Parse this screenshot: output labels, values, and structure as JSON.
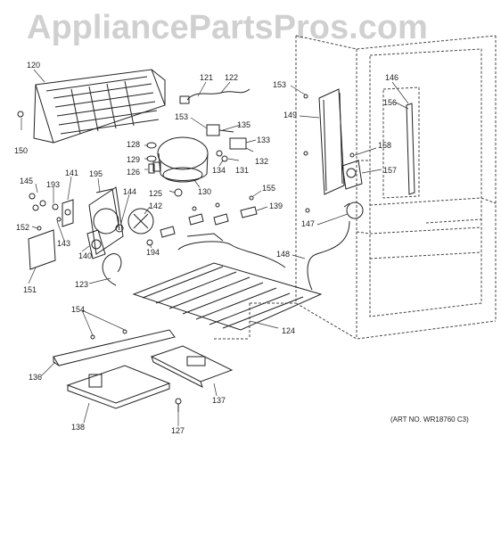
{
  "watermark": "AppliancePartsPros.com",
  "art_number": "(ART NO. WR18760 C3)",
  "callouts": [
    {
      "id": "c120",
      "label": "120"
    },
    {
      "id": "c150",
      "label": "150"
    },
    {
      "id": "c121",
      "label": "121"
    },
    {
      "id": "c122",
      "label": "122"
    },
    {
      "id": "c153a",
      "label": "153"
    },
    {
      "id": "c135",
      "label": "135"
    },
    {
      "id": "c128",
      "label": "128"
    },
    {
      "id": "c129",
      "label": "129"
    },
    {
      "id": "c126",
      "label": "126"
    },
    {
      "id": "c133",
      "label": "133"
    },
    {
      "id": "c132",
      "label": "132"
    },
    {
      "id": "c131",
      "label": "131"
    },
    {
      "id": "c134",
      "label": "134"
    },
    {
      "id": "c125",
      "label": "125"
    },
    {
      "id": "c130",
      "label": "130"
    },
    {
      "id": "c141",
      "label": "141"
    },
    {
      "id": "c195",
      "label": "195"
    },
    {
      "id": "c145",
      "label": "145"
    },
    {
      "id": "c193",
      "label": "193"
    },
    {
      "id": "c144",
      "label": "144"
    },
    {
      "id": "c142",
      "label": "142"
    },
    {
      "id": "c143",
      "label": "143"
    },
    {
      "id": "c152",
      "label": "152"
    },
    {
      "id": "c140",
      "label": "140"
    },
    {
      "id": "c194",
      "label": "194"
    },
    {
      "id": "c151",
      "label": "151"
    },
    {
      "id": "c123",
      "label": "123"
    },
    {
      "id": "c155",
      "label": "155"
    },
    {
      "id": "c139",
      "label": "139"
    },
    {
      "id": "c148",
      "label": "148"
    },
    {
      "id": "c124",
      "label": "124"
    },
    {
      "id": "c154",
      "label": "154"
    },
    {
      "id": "c136",
      "label": "136"
    },
    {
      "id": "c137",
      "label": "137"
    },
    {
      "id": "c138",
      "label": "138"
    },
    {
      "id": "c127",
      "label": "127"
    },
    {
      "id": "c153b",
      "label": "153"
    },
    {
      "id": "c149",
      "label": "149"
    },
    {
      "id": "c146",
      "label": "146"
    },
    {
      "id": "c156",
      "label": "156"
    },
    {
      "id": "c158",
      "label": "158"
    },
    {
      "id": "c157",
      "label": "157"
    },
    {
      "id": "c147",
      "label": "147"
    }
  ]
}
